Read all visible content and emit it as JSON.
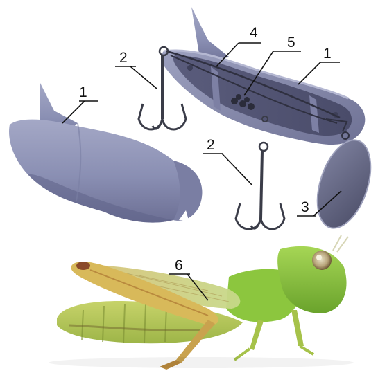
{
  "figure": {
    "parts": {
      "lure_body": "lure-body",
      "treble_hook": "treble-hook",
      "blade": "spinner-blade",
      "wire_frame": "wire-frame",
      "weights": "lead-weights",
      "insect_leg": "grasshopper-hind-leg"
    },
    "labels": {
      "body_left": "1",
      "body_right": "1",
      "hook_left": "2",
      "hook_bottom": "2",
      "blade": "3",
      "wire": "4",
      "weights": "5",
      "leg": "6"
    },
    "colors": {
      "lure": "#8d92b6",
      "lure_dark": "#5d6088",
      "hook": "#3a3c48",
      "blade": "#6a6d86",
      "grass_green": "#8cc63e",
      "grass_yellow": "#d7d96a",
      "grass_brown": "#b98a3e"
    }
  }
}
